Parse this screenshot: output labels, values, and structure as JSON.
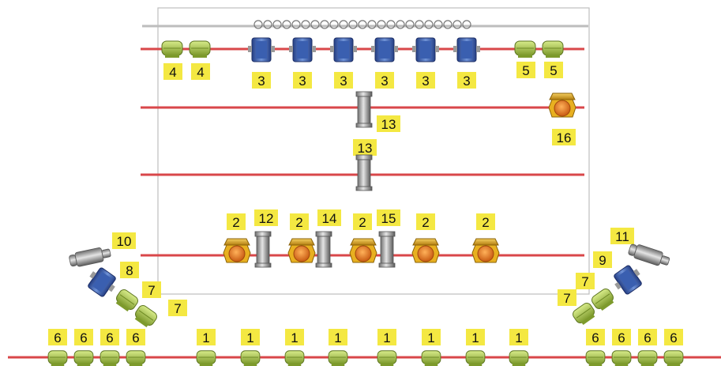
{
  "diagram": {
    "labels": {
      "conveyor_1": "1",
      "station_2": "2",
      "module_3": "3",
      "unit_4": "4",
      "unit_5": "5",
      "conveyor_6": "6",
      "unit_7": "7",
      "module_8": "8",
      "module_9": "9",
      "cylinder_10": "10",
      "cylinder_11": "11",
      "cylinder_12": "12",
      "cylinder_13": "13",
      "cylinder_14": "14",
      "cylinder_15": "15",
      "station_16": "16"
    },
    "colors": {
      "rail": "#d9474a",
      "frame": "#bdbdbd",
      "label_bg": "#f4e842",
      "green_unit": "#a8c64a",
      "blue_unit": "#3a5fb0",
      "orange_unit": "#e07a2a",
      "gold_unit": "#e8b020",
      "grey_cylinder": "#9a9a9a"
    },
    "icons": [
      "coil-spring-icon",
      "green-unit-icon",
      "blue-module-icon",
      "orange-station-icon",
      "grey-cylinder-icon"
    ]
  }
}
